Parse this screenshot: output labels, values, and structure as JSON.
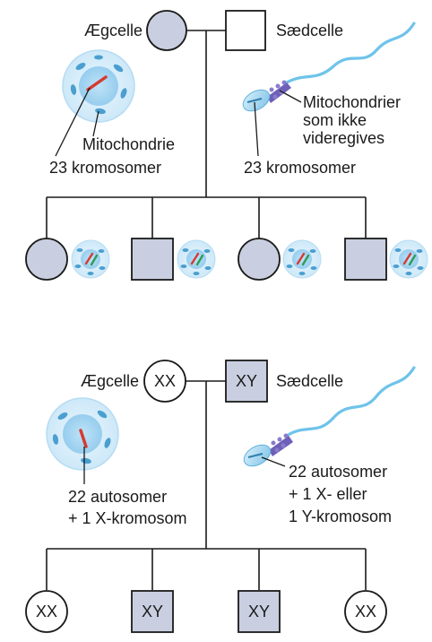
{
  "colors": {
    "pedigree_fill": "#c9cfe0",
    "cell_membrane": "#d2ecfa",
    "cell_nucleus": "#a9d8f3",
    "mitochondria": "#4a9fd0",
    "chromosome_red": "#d63a30",
    "chromosome_green": "#2e9b57",
    "sperm_tail": "#6fc3ea",
    "sperm_midpiece": "#6e5fb8"
  },
  "icons": [
    "egg-cell-icon",
    "sperm-cell-icon",
    "mitochondrion-icon",
    "chromosome-icon"
  ],
  "top_panel": {
    "egg_label": "Ægcelle",
    "sperm_label": "Sædcelle",
    "mitochondria_not_passed_on": [
      "Mitochondrier",
      "som ikke",
      "videregives"
    ],
    "mitochondrion_label": "Mitochondrie",
    "egg_chromosomes_label": "23 kromosomer",
    "sperm_chromosomes_label": "23 kromosomer"
  },
  "bottom_panel": {
    "egg_label": "Ægcelle",
    "sperm_label": "Sædcelle",
    "mother_symbol": "XX",
    "father_symbol": "XY",
    "egg_note": [
      "22 autosomer",
      "+ 1 X-kromosom"
    ],
    "sperm_note": [
      "22 autosomer",
      "+ 1 X- eller",
      "1 Y-kromosom"
    ],
    "children_symbols": [
      "XX",
      "XY",
      "XY",
      "XX"
    ]
  }
}
